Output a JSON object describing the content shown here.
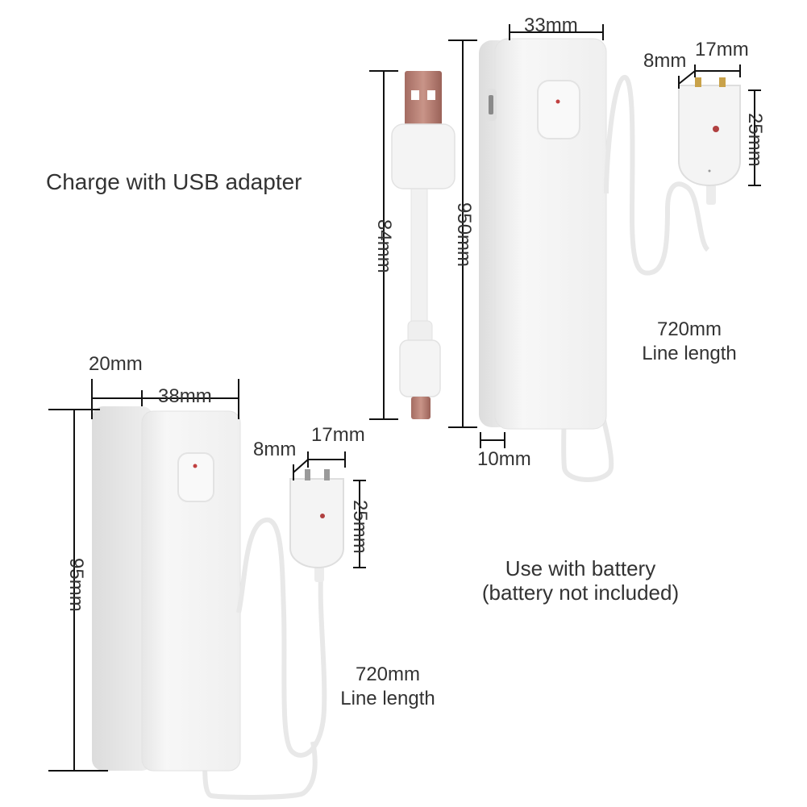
{
  "captions": {
    "usb": "Charge with USB adapter",
    "battery_line1": "Use with battery",
    "battery_line2": "(battery not included)"
  },
  "top_device": {
    "width": "33mm",
    "height": "950mm",
    "depth": "10mm",
    "line_length_value": "720mm",
    "line_length_label": "Line length",
    "probe_width": "17mm",
    "probe_depth": "8mm",
    "probe_height": "25mm"
  },
  "usb_cable": {
    "length": "84mm"
  },
  "bottom_device": {
    "depth": "20mm",
    "width": "38mm",
    "height": "95mm",
    "line_length_value": "720mm",
    "line_length_label": "Line length",
    "probe_width": "17mm",
    "probe_depth": "8mm",
    "probe_height": "25mm"
  },
  "colors": {
    "device_body": "#f4f4f4",
    "dimension_line": "#111111",
    "usb_metal": "#b07a70",
    "probe_pin": "#c9a24a"
  }
}
